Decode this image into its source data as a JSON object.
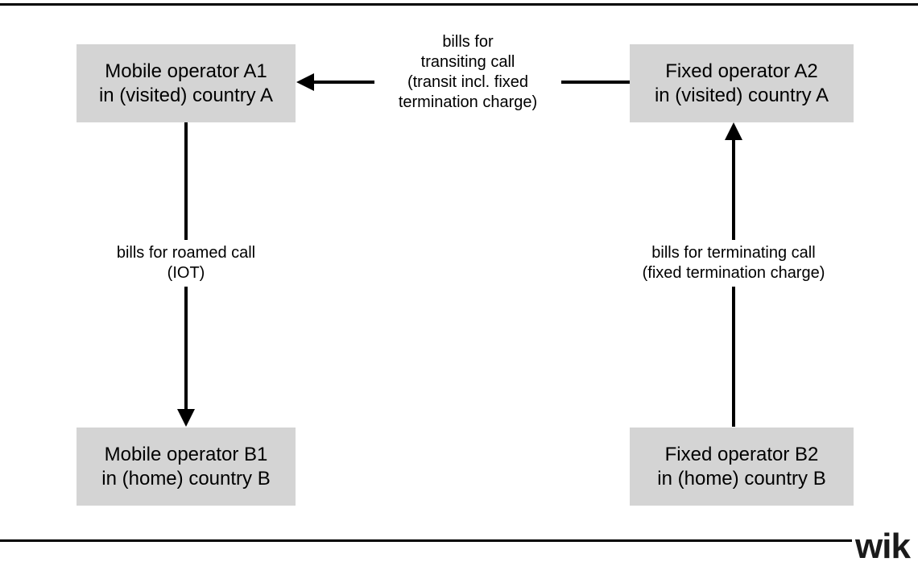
{
  "boxes": {
    "a1": {
      "line1": "Mobile operator A1",
      "line2": "in (visited) country A"
    },
    "a2": {
      "line1": "Fixed operator A2",
      "line2": "in (visited) country A"
    },
    "b1": {
      "line1": "Mobile operator B1",
      "line2": "in (home) country B"
    },
    "b2": {
      "line1": "Fixed operator B2",
      "line2": "in (home) country B"
    }
  },
  "labels": {
    "transit": [
      "bills for",
      "transiting call",
      "(transit incl. fixed",
      "termination charge)"
    ],
    "roamed": [
      "bills for roamed call",
      "(IOT)"
    ],
    "terminating": [
      "bills for terminating call",
      "(fixed termination charge)"
    ]
  },
  "logo": {
    "text": "wik"
  },
  "colors": {
    "box_fill": "#d4d4d4",
    "line": "#000000"
  }
}
